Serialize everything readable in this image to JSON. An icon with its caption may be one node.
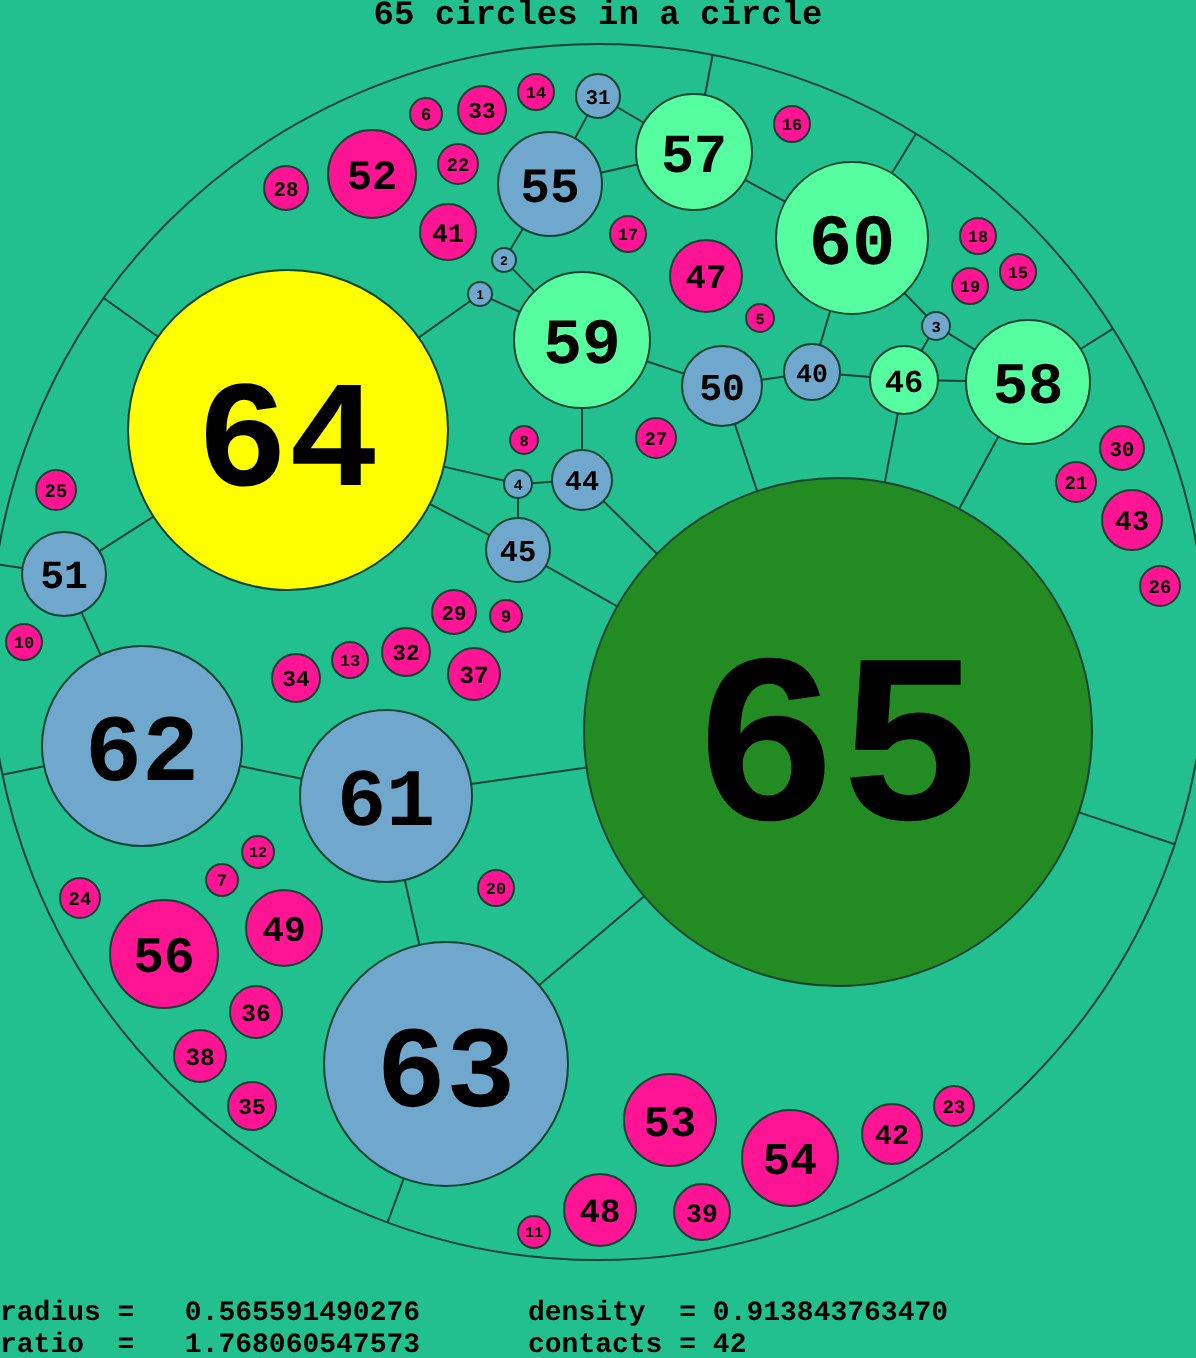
{
  "diagram": {
    "title": "65 circles in a circle",
    "nodes": [
      {
        "text": [],
        "shape": "circle"
      },
      {
        "text": [
          "1"
        ],
        "in": 0
      },
      {
        "text": [
          "2"
        ],
        "in": 0
      },
      {
        "text": [
          "3"
        ],
        "in": 0
      },
      {
        "text": [
          "4"
        ],
        "in": 0
      },
      {
        "text": [
          "5"
        ],
        "in": 0
      },
      {
        "text": [
          "6"
        ],
        "in": 0
      },
      {
        "text": [
          "7"
        ],
        "in": 0
      },
      {
        "text": [
          "8"
        ],
        "in": 0
      },
      {
        "text": [
          "9"
        ],
        "in": 0
      },
      {
        "text": [
          "10"
        ],
        "in": 0
      },
      {
        "text": [
          "11"
        ],
        "in": 0
      },
      {
        "text": [
          "12"
        ],
        "in": 0
      },
      {
        "text": [
          "13"
        ],
        "in": 0
      },
      {
        "text": [
          "14"
        ],
        "in": 0
      },
      {
        "text": [
          "15"
        ],
        "in": 0
      },
      {
        "text": [
          "16"
        ],
        "in": 0
      },
      {
        "text": [
          "17"
        ],
        "in": 0
      },
      {
        "text": [
          "18"
        ],
        "in": 0
      },
      {
        "text": [
          "19"
        ],
        "in": 0
      },
      {
        "text": [
          "20"
        ],
        "in": 0
      },
      {
        "text": [
          "21"
        ],
        "in": 0
      },
      {
        "text": [
          "22"
        ],
        "in": 0
      },
      {
        "text": [
          "23"
        ],
        "in": 0
      },
      {
        "text": [
          "24"
        ],
        "in": 0
      },
      {
        "text": [
          "25"
        ],
        "in": 0
      },
      {
        "text": [
          "26"
        ],
        "in": 0
      },
      {
        "text": [
          "27"
        ],
        "in": 0
      },
      {
        "text": [
          "28"
        ],
        "in": 0
      },
      {
        "text": [
          "29"
        ],
        "in": 0
      },
      {
        "text": [
          "30"
        ],
        "in": 0
      },
      {
        "text": [
          "31"
        ],
        "in": 0
      },
      {
        "text": [
          "32"
        ],
        "in": 0
      },
      {
        "text": [
          "33"
        ],
        "in": 0
      },
      {
        "text": [
          "34"
        ],
        "in": 0
      },
      {
        "text": [
          "35"
        ],
        "in": 0
      },
      {
        "text": [
          "36"
        ],
        "in": 0
      },
      {
        "text": [
          "37"
        ],
        "in": 0
      },
      {
        "text": [
          "38"
        ],
        "in": 0
      },
      {
        "text": [
          "39"
        ],
        "in": 0
      },
      {
        "text": [
          "40"
        ],
        "in": 0
      },
      {
        "text": [
          "41"
        ],
        "in": 0
      },
      {
        "text": [
          "42"
        ],
        "in": 0
      },
      {
        "text": [
          "43"
        ],
        "in": 0
      },
      {
        "text": [
          "44"
        ],
        "in": 0
      },
      {
        "text": [
          "45"
        ],
        "in": 0
      },
      {
        "text": [
          "46"
        ],
        "in": 0
      },
      {
        "text": [
          "47"
        ],
        "in": 0
      },
      {
        "text": [
          "48"
        ],
        "in": 0
      },
      {
        "text": [
          "49"
        ],
        "in": 0
      },
      {
        "text": [
          "50"
        ],
        "in": 0
      },
      {
        "text": [
          "51"
        ],
        "in": 0
      },
      {
        "text": [
          "52"
        ],
        "in": 0
      },
      {
        "text": [
          "53"
        ],
        "in": 0
      },
      {
        "text": [
          "54"
        ],
        "in": 0
      },
      {
        "text": [
          "55"
        ],
        "in": 0
      },
      {
        "text": [
          "56"
        ],
        "in": 0
      },
      {
        "text": [
          "57"
        ],
        "in": 0
      },
      {
        "text": [
          "58"
        ],
        "in": 0
      },
      {
        "text": [
          "59"
        ],
        "in": 0
      },
      {
        "text": [
          "60"
        ],
        "in": 0
      },
      {
        "text": [
          "61"
        ],
        "in": 0
      },
      {
        "text": [
          "62"
        ],
        "in": 0
      },
      {
        "text": [
          "63"
        ],
        "in": 0
      },
      {
        "text": [
          "64"
        ],
        "in": 0
      },
      {
        "text": [
          "65"
        ],
        "in": 0
      }
    ],
    "edges": [
      {
        "from": 64,
        "to": 1,
        "arrow": "none"
      },
      {
        "from": 2,
        "to": 55,
        "arrow": "none"
      },
      {
        "from": 2,
        "to": 59,
        "arrow": "none"
      },
      {
        "from": 1,
        "to": 59,
        "arrow": "none"
      },
      {
        "from": 64,
        "to": 0,
        "arrow": "none"
      },
      {
        "from": 64,
        "to": 51,
        "arrow": "none"
      },
      {
        "from": 64,
        "to": 4,
        "arrow": "none"
      },
      {
        "from": 64,
        "to": 45,
        "arrow": "none"
      },
      {
        "from": 4,
        "to": 44,
        "arrow": "none"
      },
      {
        "from": 4,
        "to": 45,
        "arrow": "none"
      },
      {
        "from": 59,
        "to": 44,
        "arrow": "none"
      },
      {
        "from": 59,
        "to": 50,
        "arrow": "none"
      },
      {
        "from": 44,
        "to": 65,
        "arrow": "none"
      },
      {
        "from": 45,
        "to": 65,
        "arrow": "none"
      },
      {
        "from": 55,
        "to": 31,
        "arrow": "none"
      },
      {
        "from": 55,
        "to": 57,
        "arrow": "none"
      },
      {
        "from": 31,
        "to": 57,
        "arrow": "none"
      },
      {
        "from": 57,
        "to": 0,
        "arrow": "none"
      },
      {
        "from": 57,
        "to": 60,
        "arrow": "none"
      },
      {
        "from": 60,
        "to": 0,
        "arrow": "none"
      },
      {
        "from": 60,
        "to": 40,
        "arrow": "none"
      },
      {
        "from": 60,
        "to": 3,
        "arrow": "none"
      },
      {
        "from": 3,
        "to": 58,
        "arrow": "none"
      },
      {
        "from": 3,
        "to": 46,
        "arrow": "none"
      },
      {
        "from": 46,
        "to": 40,
        "arrow": "none"
      },
      {
        "from": 40,
        "to": 50,
        "arrow": "none"
      },
      {
        "from": 46,
        "to": 58,
        "arrow": "none"
      },
      {
        "from": 58,
        "to": 0,
        "arrow": "none"
      },
      {
        "from": 58,
        "to": 65,
        "arrow": "none"
      },
      {
        "from": 46,
        "to": 65,
        "arrow": "none"
      },
      {
        "from": 50,
        "to": 65,
        "arrow": "none"
      },
      {
        "from": 65,
        "to": 61,
        "arrow": "none"
      },
      {
        "from": 65,
        "to": 63,
        "arrow": "none"
      },
      {
        "from": 65,
        "to": 0,
        "arrow": "none"
      },
      {
        "from": 51,
        "to": 62,
        "arrow": "none"
      },
      {
        "from": 51,
        "to": 0,
        "arrow": "none"
      },
      {
        "from": 62,
        "to": 0,
        "arrow": "none"
      },
      {
        "from": 62,
        "to": 61,
        "arrow": "none"
      },
      {
        "from": 61,
        "to": 63,
        "arrow": "none"
      },
      {
        "from": 63,
        "to": 0,
        "arrow": "none"
      }
    ],
    "labels": [
      "radius =   0.565591490276",
      "density  = 0.913843763470",
      "ratio  =   1.768060547573",
      "contacts = 42"
    ]
  }
}
